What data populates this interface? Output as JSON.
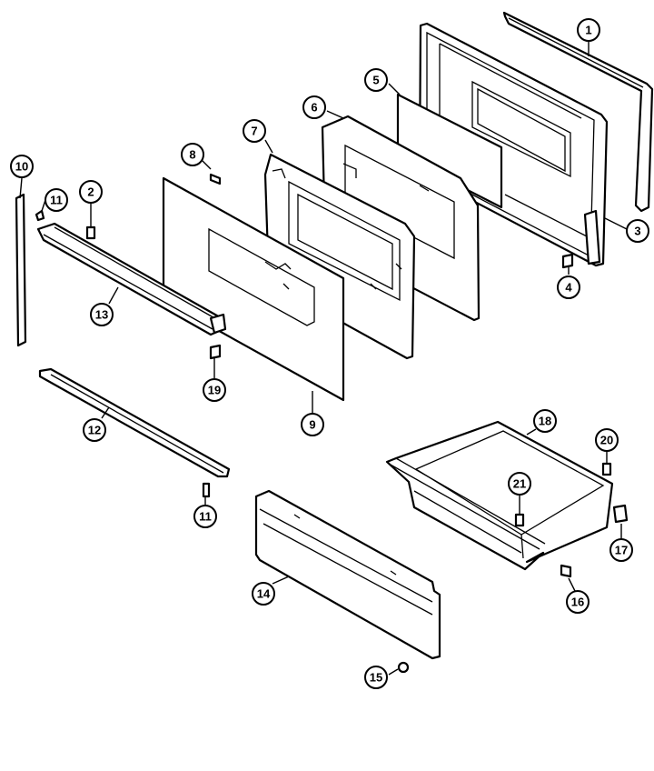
{
  "diagram": {
    "background": "#ffffff",
    "line_color": "#000000",
    "callouts": [
      {
        "id": "c1",
        "label": "1"
      },
      {
        "id": "c2",
        "label": "2"
      },
      {
        "id": "c3",
        "label": "3"
      },
      {
        "id": "c4",
        "label": "4"
      },
      {
        "id": "c5",
        "label": "5"
      },
      {
        "id": "c6",
        "label": "6"
      },
      {
        "id": "c7",
        "label": "7"
      },
      {
        "id": "c8",
        "label": "8"
      },
      {
        "id": "c9",
        "label": "9"
      },
      {
        "id": "c10",
        "label": "10"
      },
      {
        "id": "c11a",
        "label": "11"
      },
      {
        "id": "c11b",
        "label": "11"
      },
      {
        "id": "c12",
        "label": "12"
      },
      {
        "id": "c13",
        "label": "13"
      },
      {
        "id": "c14",
        "label": "14"
      },
      {
        "id": "c15",
        "label": "15"
      },
      {
        "id": "c16",
        "label": "16"
      },
      {
        "id": "c17",
        "label": "17"
      },
      {
        "id": "c18",
        "label": "18"
      },
      {
        "id": "c19",
        "label": "19"
      },
      {
        "id": "c20",
        "label": "20"
      },
      {
        "id": "c21",
        "label": "21"
      }
    ]
  }
}
